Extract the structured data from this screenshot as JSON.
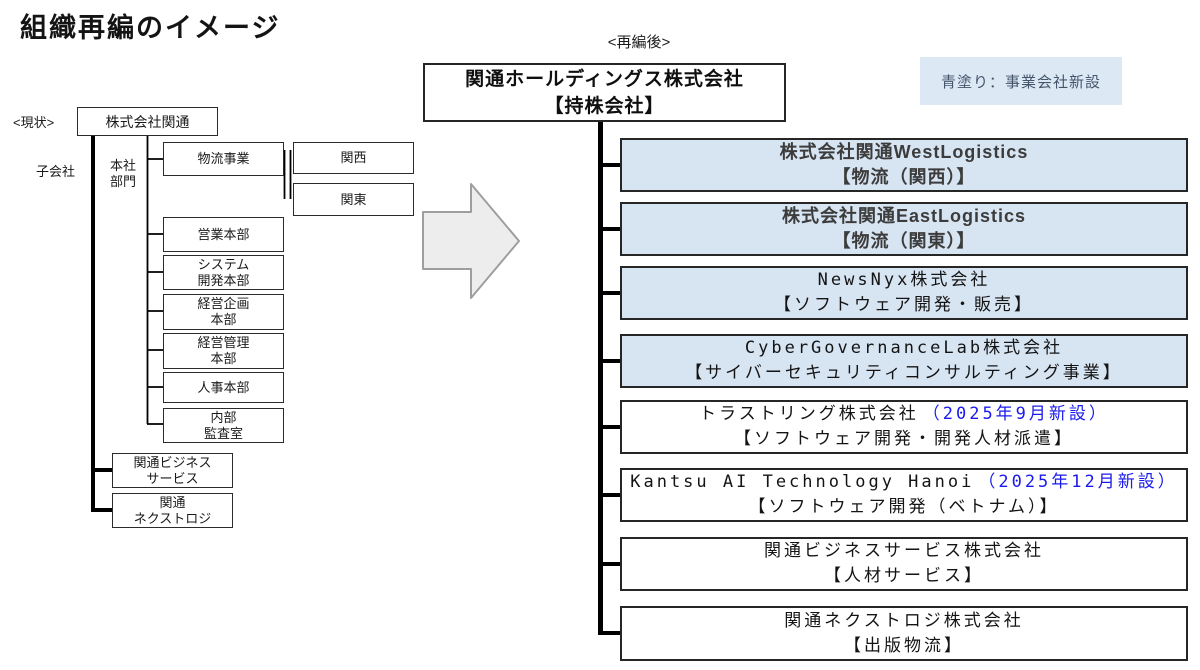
{
  "title": "組織再編のイメージ",
  "colors": {
    "new_company_fill": "#d7e4f2",
    "annotation_blue": "#1a1aee"
  },
  "legend": {
    "label": "青塗り：事業会社新設"
  },
  "current": {
    "label": "<現状>",
    "root": "株式会社関通",
    "subsidiary_label": "子会社",
    "hq_label": [
      "本社",
      "部門"
    ],
    "departments": [
      [
        "物流事業"
      ],
      [
        "営業本部"
      ],
      [
        "システム",
        "開発本部"
      ],
      [
        "経営企画",
        "本部"
      ],
      [
        "経営管理",
        "本部"
      ],
      [
        "人事本部"
      ],
      [
        "内部",
        "監査室"
      ]
    ],
    "regions": [
      "関西",
      "関東"
    ],
    "subsidiaries": [
      [
        "関通ビジネス",
        "サービス"
      ],
      [
        "関通",
        "ネクストロジ"
      ]
    ]
  },
  "after": {
    "label": "<再編後>",
    "holding": {
      "name": "関通ホールディングス株式会社",
      "role": "【持株会社】"
    },
    "companies": [
      {
        "name": "株式会社関通WestLogistics",
        "annotation": "",
        "desc": "【物流（関西）】"
      },
      {
        "name": "株式会社関通EastLogistics",
        "annotation": "",
        "desc": "【物流（関東）】"
      },
      {
        "name": "NewsNyx株式会社",
        "annotation": "",
        "desc": "【ソフトウェア開発・販売】"
      },
      {
        "name": "CyberGovernanceLab株式会社",
        "annotation": "",
        "desc": "【サイバーセキュリティコンサルティング事業】"
      },
      {
        "name": "トラストリング株式会社",
        "annotation": "（2025年9月新設）",
        "desc": "【ソフトウェア開発・開発人材派遣】"
      },
      {
        "name": "Kantsu AI Technology Hanoi",
        "annotation": "（2025年12月新設）",
        "desc": "【ソフトウェア開発（ベトナム）】"
      },
      {
        "name": "関通ビジネスサービス株式会社",
        "annotation": "",
        "desc": "【人材サービス】"
      },
      {
        "name": "関通ネクストロジ株式会社",
        "annotation": "",
        "desc": "【出版物流】"
      }
    ]
  }
}
